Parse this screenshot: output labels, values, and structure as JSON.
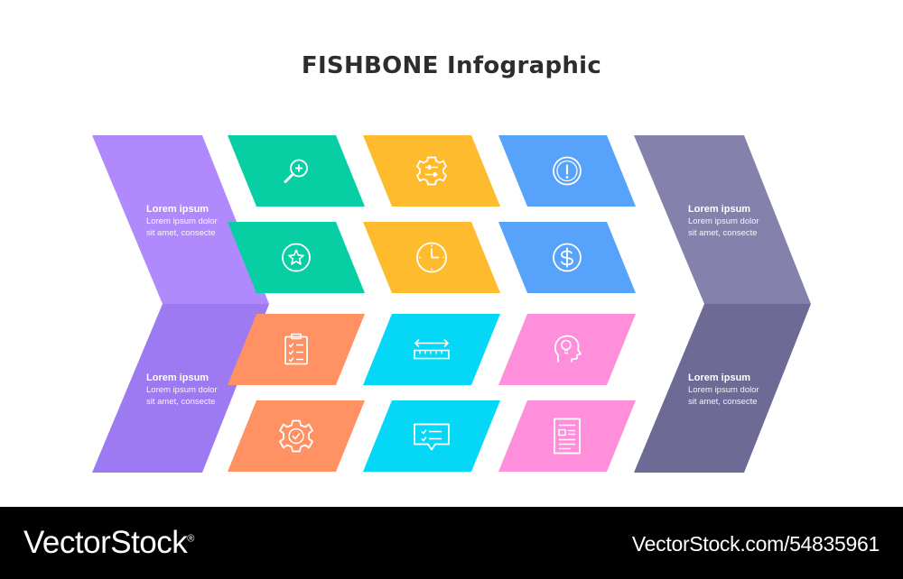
{
  "title": "FISHBONE Infographic",
  "colors": {
    "green": "#08cfa3",
    "yellow": "#fdbb2d",
    "blue": "#57a3fb",
    "orange": "#ff9162",
    "cyan": "#05d8f6",
    "pink": "#ff8fda",
    "purple_top": "#b08afc",
    "purple_bottom": "#9d79f2",
    "slate_top": "#8482ad",
    "slate_bottom": "#6d6b96",
    "icon": "#ffffff"
  },
  "chevrons": [
    {
      "id": "left-top",
      "heading": "Lorem ipsum",
      "body": [
        "Lorem ipsum dolor",
        "sit amet, consecte"
      ]
    },
    {
      "id": "left-bottom",
      "heading": "Lorem ipsum",
      "body": [
        "Lorem ipsum dolor",
        "sit amet, consecte"
      ]
    },
    {
      "id": "right-top",
      "heading": "Lorem ipsum",
      "body": [
        "Lorem ipsum dolor",
        "sit amet, consecte"
      ]
    },
    {
      "id": "right-bottom",
      "heading": "Lorem ipsum",
      "body": [
        "Lorem ipsum dolor",
        "sit amet, consecte"
      ]
    }
  ],
  "tiles": [
    {
      "row": 0,
      "col": 0,
      "color": "green",
      "icon": "magnifier-plus-icon"
    },
    {
      "row": 0,
      "col": 1,
      "color": "yellow",
      "icon": "gear-sliders-icon"
    },
    {
      "row": 0,
      "col": 2,
      "color": "blue",
      "icon": "exclamation-circle-icon"
    },
    {
      "row": 1,
      "col": 0,
      "color": "green",
      "icon": "star-circle-icon"
    },
    {
      "row": 1,
      "col": 1,
      "color": "yellow",
      "icon": "clock-icon"
    },
    {
      "row": 1,
      "col": 2,
      "color": "blue",
      "icon": "dollar-circle-icon"
    },
    {
      "row": 2,
      "col": 0,
      "color": "orange",
      "icon": "clipboard-checklist-icon"
    },
    {
      "row": 2,
      "col": 1,
      "color": "cyan",
      "icon": "ruler-arrows-icon"
    },
    {
      "row": 2,
      "col": 2,
      "color": "pink",
      "icon": "head-lightbulb-icon"
    },
    {
      "row": 3,
      "col": 0,
      "color": "orange",
      "icon": "gear-check-icon"
    },
    {
      "row": 3,
      "col": 1,
      "color": "cyan",
      "icon": "chat-checklist-icon"
    },
    {
      "row": 3,
      "col": 2,
      "color": "pink",
      "icon": "document-icon"
    }
  ],
  "footer": {
    "logo": "VectorStock",
    "logo_mark": "®",
    "image_id": "VectorStock.com/54835961"
  }
}
